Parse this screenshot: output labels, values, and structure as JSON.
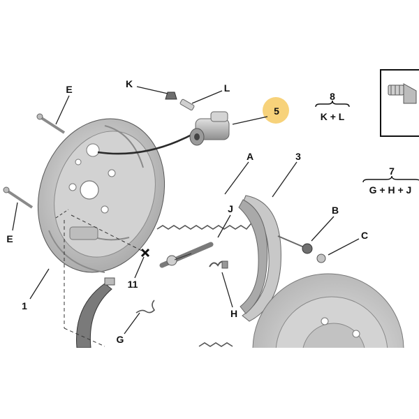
{
  "diagram": {
    "callouts": {
      "e_top": "E",
      "e_left": "E",
      "k": "K",
      "l": "L",
      "five": "5",
      "a": "A",
      "three": "3",
      "j": "J",
      "b": "B",
      "c": "C",
      "h": "H",
      "g": "G",
      "eleven": "11",
      "one": "1"
    },
    "kits": [
      {
        "number": "8",
        "contents": "K + L"
      },
      {
        "number": "7",
        "contents": "G + H + J"
      }
    ],
    "colors": {
      "highlight": "#f7d27a",
      "part_fill": "#c9c9c9",
      "part_dark": "#8c8c8c",
      "line": "#222222"
    }
  }
}
